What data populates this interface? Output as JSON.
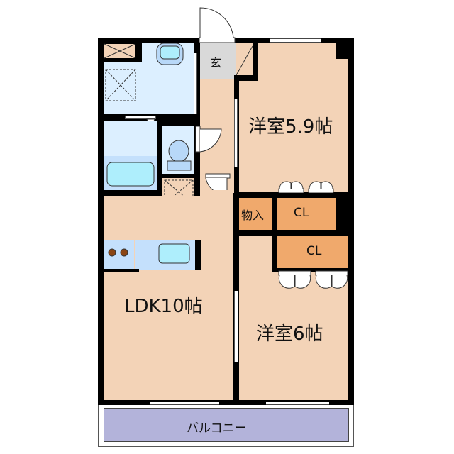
{
  "floorplan": {
    "rooms": {
      "western_room_1": {
        "label": "洋室5.9帖"
      },
      "western_room_2": {
        "label": "洋室6帖"
      },
      "ldk": {
        "label": "LDK10帖"
      },
      "entrance": {
        "label": "玄"
      },
      "storage": {
        "label": "物入"
      },
      "closet_1": {
        "label": "CL"
      },
      "closet_2": {
        "label": "CL"
      },
      "balcony": {
        "label": "バルコニー"
      }
    },
    "colors": {
      "room": "#f3d3b7",
      "wet_area": "#dcefff",
      "closet": "#f0a96c",
      "entrance": "#d9d9d9",
      "balcony": "#b3b3da",
      "wall": "#000000"
    }
  }
}
